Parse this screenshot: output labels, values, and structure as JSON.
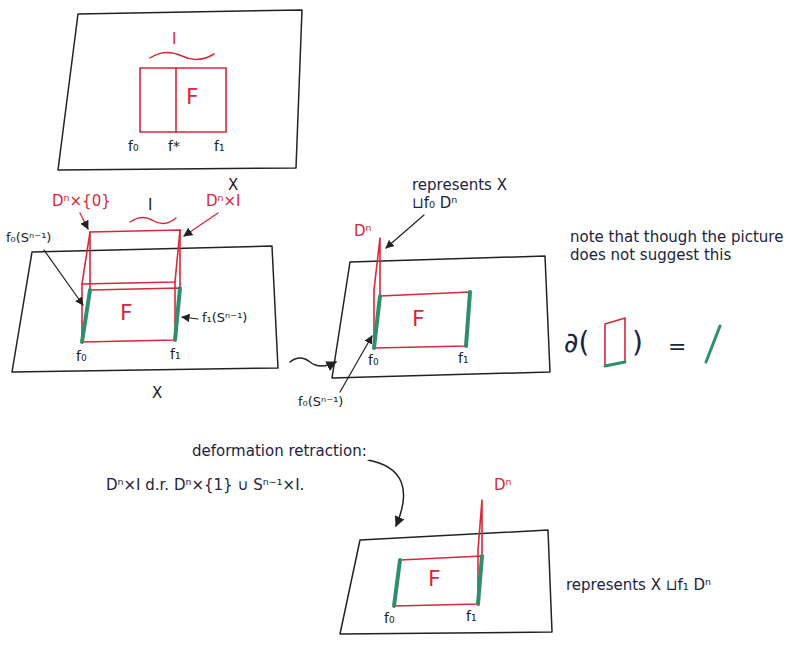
{
  "diagram": {
    "labels": [
      "I",
      "F",
      "f₀",
      "f*",
      "f₁",
      "X",
      "Dⁿ×{0}",
      "Dⁿ×I",
      "I",
      "f₀(Sⁿ⁻¹)",
      "f₁(Sⁿ⁻¹)",
      "F",
      "f₀",
      "f₁",
      "X",
      "represents X ⊔f₀ Dⁿ",
      "Dⁿ",
      "f₀(Sⁿ⁻¹)",
      "F",
      "f₀",
      "f₁",
      "note that though the picture does not suggest this",
      "∂(",
      ")",
      "=",
      "deformation retraction:",
      "Dⁿ×I d.r. Dⁿ×{1} ∪ Sⁿ⁻¹×I.",
      "Dⁿ",
      "F",
      "f₀",
      "f₁",
      "represents X ⊔f₁ Dⁿ"
    ]
  }
}
